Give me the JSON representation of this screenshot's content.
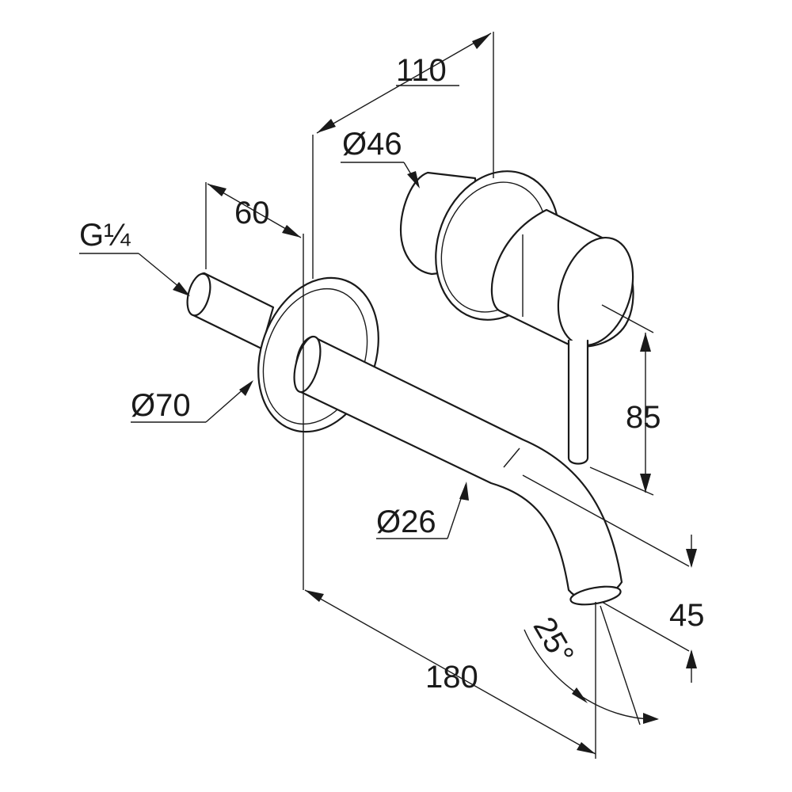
{
  "dimensions": {
    "thread": "G¼",
    "d70": "Ø70",
    "d46": "Ø46",
    "d26": "Ø26",
    "len60": "60",
    "len110": "110",
    "len180": "180",
    "h85": "85",
    "h45": "45",
    "angle": "25°"
  },
  "colors": {
    "line": "#1a1a1a",
    "background": "#ffffff"
  }
}
